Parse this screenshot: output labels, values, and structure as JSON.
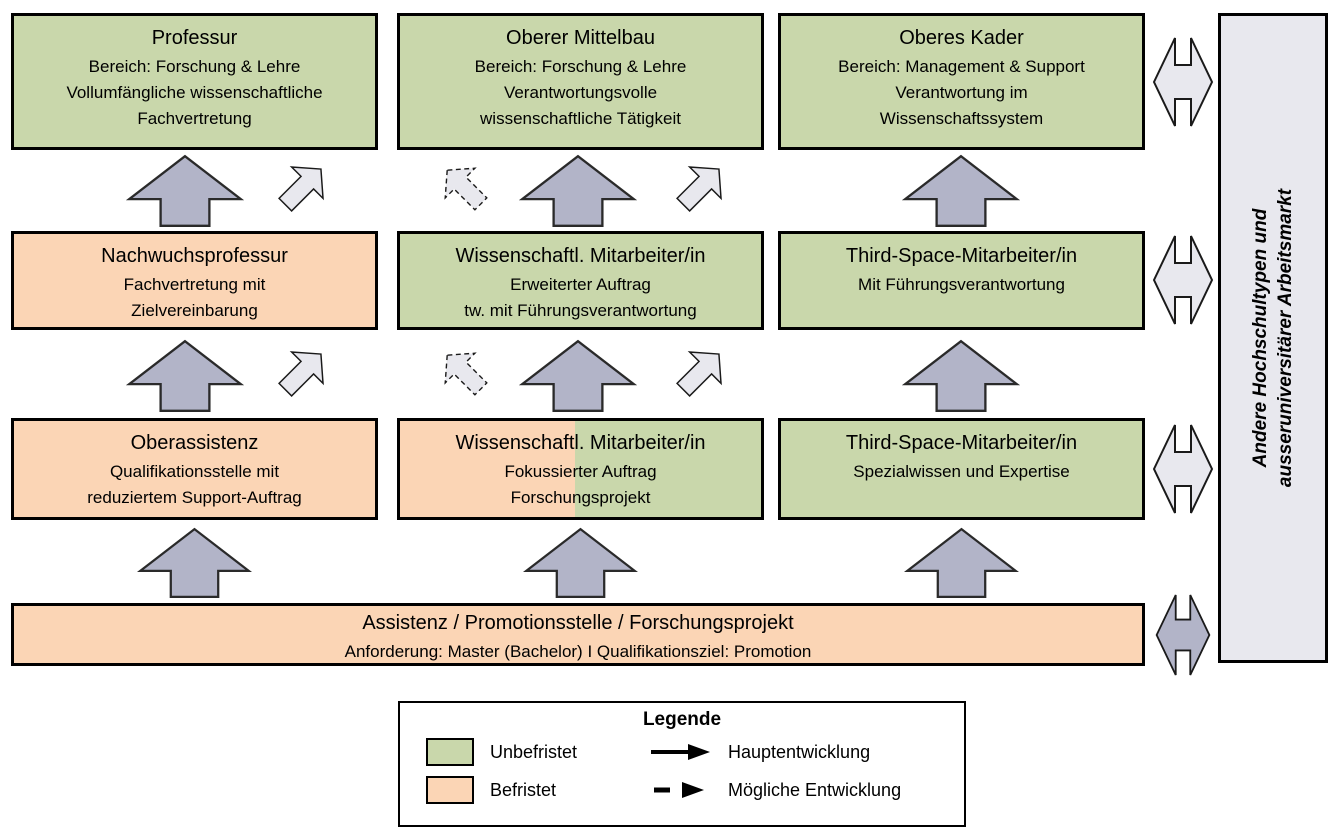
{
  "boxes": {
    "professur": {
      "title": "Professur",
      "line1": "Bereich: Forschung & Lehre",
      "line2": "Vollumfängliche wissenschaftliche",
      "line3": "Fachvertretung"
    },
    "oberer_mittelbau": {
      "title": "Oberer Mittelbau",
      "line1": "Bereich: Forschung & Lehre",
      "line2": "Verantwortungsvolle",
      "line3": "wissenschaftliche Tätigkeit"
    },
    "oberes_kader": {
      "title": "Oberes Kader",
      "line1": "Bereich: Management & Support",
      "line2": "Verantwortung im",
      "line3": "Wissenschaftssystem"
    },
    "nachwuchsprofessur": {
      "title": "Nachwuchsprofessur",
      "line1": "Fachvertretung mit",
      "line2": "Zielvereinbarung"
    },
    "wiss_ma_erweitert": {
      "title": "Wissenschaftl. Mitarbeiter/in",
      "line1": "Erweiterter Auftrag",
      "line2": "tw. mit Führungsverantwortung"
    },
    "third_space_fuehrung": {
      "title": "Third-Space-Mitarbeiter/in",
      "line1": "Mit Führungsverantwortung"
    },
    "oberassistenz": {
      "title": "Oberassistenz",
      "line1": "Qualifikationsstelle mit",
      "line2": "reduziertem Support-Auftrag"
    },
    "wiss_ma_fokussiert": {
      "title": "Wissenschaftl. Mitarbeiter/in",
      "line1": "Fokussierter Auftrag",
      "line2": "Forschungsprojekt"
    },
    "third_space_spezial": {
      "title": "Third-Space-Mitarbeiter/in",
      "line1": "Spezialwissen und Expertise"
    },
    "assistenz": {
      "title": "Assistenz / Promotionsstelle / Forschungsprojekt",
      "line1": "Anforderung: Master (Bachelor) I Qualifikationsziel: Promotion"
    },
    "arbeitsmarkt": {
      "line1": "Andere Hochschultypen und",
      "line2": "ausseruniversitärer Arbeitsmarkt"
    }
  },
  "legend": {
    "title": "Legende",
    "unbefristet": "Unbefristet",
    "befristet": "Befristet",
    "hauptentwicklung": "Hauptentwicklung",
    "moegliche_entwicklung": "Mögliche Entwicklung"
  },
  "colors": {
    "unbefristet_green": "#c9d7ab",
    "befristet_orange": "#fbd5b5",
    "arrow_main": "#b2b4c8",
    "arrow_light": "#e8e8ee",
    "sidebar_bg": "#e8e8ee",
    "border": "#000000"
  }
}
